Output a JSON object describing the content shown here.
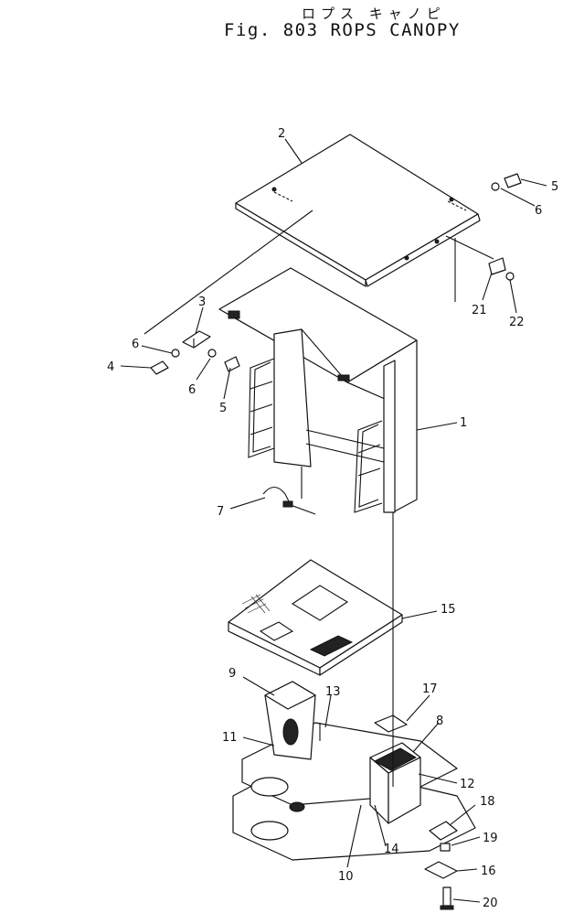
{
  "title": {
    "japanese": "ロプス キャノピ",
    "english": "Fig. 803 ROPS CANOPY"
  },
  "callouts": [
    {
      "id": "c1",
      "label": "1"
    },
    {
      "id": "c2",
      "label": "2"
    },
    {
      "id": "c3",
      "label": "3"
    },
    {
      "id": "c4",
      "label": "4"
    },
    {
      "id": "c5a",
      "label": "5"
    },
    {
      "id": "c5b",
      "label": "5"
    },
    {
      "id": "c6a",
      "label": "6"
    },
    {
      "id": "c6b",
      "label": "6"
    },
    {
      "id": "c6c",
      "label": "6"
    },
    {
      "id": "c7",
      "label": "7"
    },
    {
      "id": "c8",
      "label": "8"
    },
    {
      "id": "c9",
      "label": "9"
    },
    {
      "id": "c10",
      "label": "10"
    },
    {
      "id": "c11",
      "label": "11"
    },
    {
      "id": "c12",
      "label": "12"
    },
    {
      "id": "c13",
      "label": "13"
    },
    {
      "id": "c14",
      "label": "14"
    },
    {
      "id": "c15",
      "label": "15"
    },
    {
      "id": "c16",
      "label": "16"
    },
    {
      "id": "c17",
      "label": "17"
    },
    {
      "id": "c18",
      "label": "18"
    },
    {
      "id": "c19",
      "label": "19"
    },
    {
      "id": "c20",
      "label": "20"
    },
    {
      "id": "c21",
      "label": "21"
    },
    {
      "id": "c22",
      "label": "22"
    }
  ]
}
